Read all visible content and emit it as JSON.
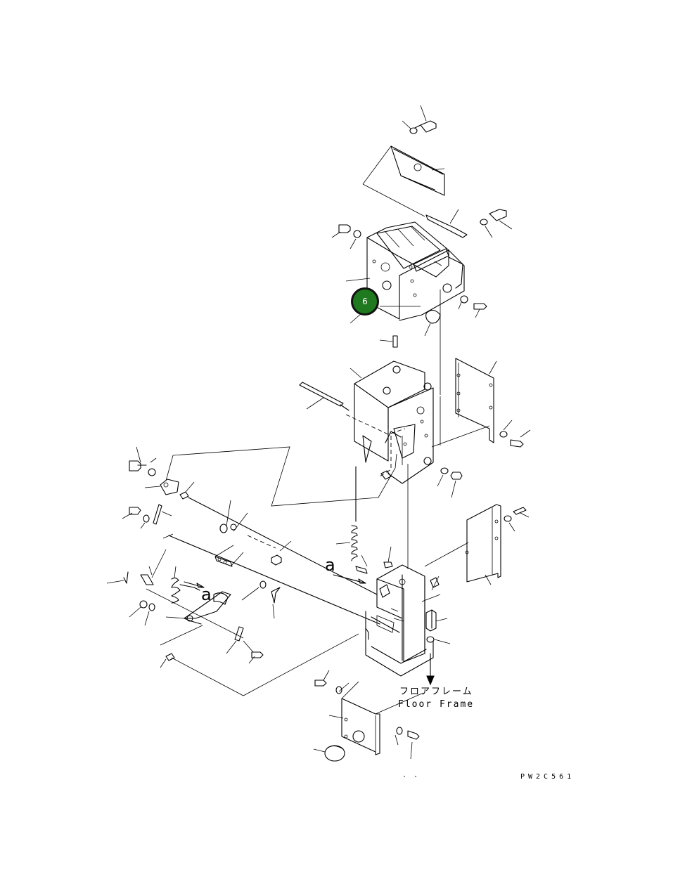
{
  "colors": {
    "line": "#000000",
    "background": "#ffffff",
    "callout_fill": "#1f7a1f",
    "callout_border": "#111111"
  },
  "callout": {
    "number": "6",
    "shape": "circle"
  },
  "labels": {
    "view_mark_1": "a",
    "view_mark_2": "a",
    "floor_frame_jp": "フロアフレーム",
    "floor_frame_en": "Floor Frame",
    "dots": "· ·",
    "drawing_code": "PW2C561"
  }
}
